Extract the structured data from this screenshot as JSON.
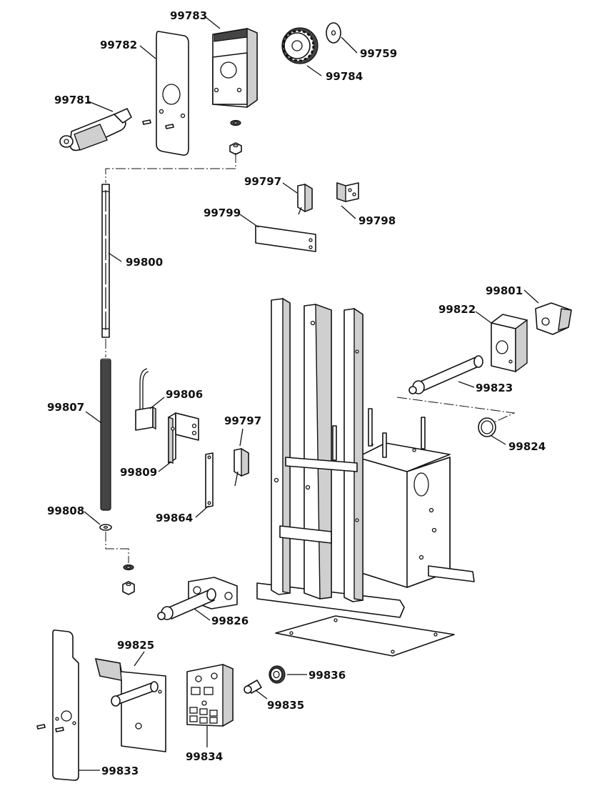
{
  "callouts": {
    "p99783": "99783",
    "p99782": "99782",
    "p99759": "99759",
    "p99784": "99784",
    "p99781": "99781",
    "p99797a": "99797",
    "p99798": "99798",
    "p99799": "99799",
    "p99800": "99800",
    "p99801": "99801",
    "p99822": "99822",
    "p99823": "99823",
    "p99824": "99824",
    "p99806": "99806",
    "p99807": "99807",
    "p99809": "99809",
    "p99797b": "99797",
    "p99864": "99864",
    "p99808": "99808",
    "p99826": "99826",
    "p99825": "99825",
    "p99836": "99836",
    "p99835": "99835",
    "p99834": "99834",
    "p99833": "99833"
  }
}
